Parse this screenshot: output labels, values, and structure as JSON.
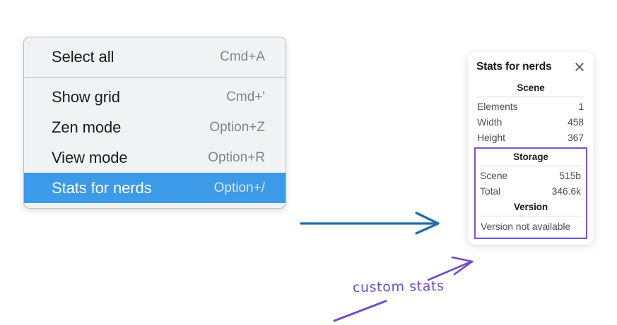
{
  "context_menu": {
    "sections": [
      {
        "items": [
          {
            "label": "Select all",
            "shortcut": "Cmd+A",
            "selected": false
          }
        ]
      },
      {
        "items": [
          {
            "label": "Show grid",
            "shortcut": "Cmd+'",
            "selected": false
          },
          {
            "label": "Zen mode",
            "shortcut": "Option+Z",
            "selected": false
          },
          {
            "label": "View mode",
            "shortcut": "Option+R",
            "selected": false
          },
          {
            "label": "Stats for nerds",
            "shortcut": "Option+/",
            "selected": true
          }
        ]
      }
    ],
    "highlight_color": "#3d9ae8"
  },
  "stats_panel": {
    "title": "Stats for nerds",
    "close_icon": "close-icon",
    "scene": {
      "heading": "Scene",
      "rows": [
        {
          "label": "Elements",
          "value": "1"
        },
        {
          "label": "Width",
          "value": "458"
        },
        {
          "label": "Height",
          "value": "367"
        }
      ]
    },
    "storage": {
      "heading": "Storage",
      "rows": [
        {
          "label": "Scene",
          "value": "515b"
        },
        {
          "label": "Total",
          "value": "346.6k"
        }
      ]
    },
    "version": {
      "heading": "Version",
      "text": "Version not available"
    },
    "highlight_border_color": "#7c52d6"
  },
  "annotations": {
    "handwritten_note": "custom stats",
    "note_color": "#6d4bd0",
    "flow_arrow_color": "#1f6bb0"
  }
}
